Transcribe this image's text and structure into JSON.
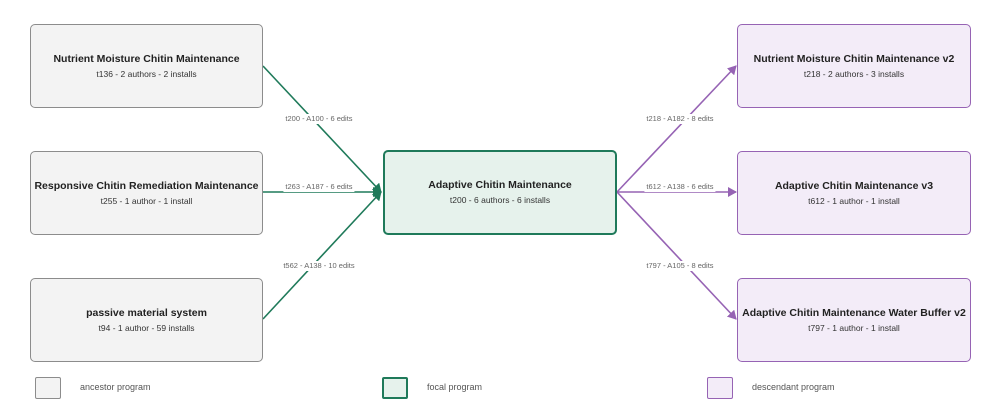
{
  "ancestors": [
    {
      "title": "Nutrient Moisture Chitin Maintenance",
      "meta": "t136 - 2 authors - 2 installs"
    },
    {
      "title": "Responsive Chitin Remediation Maintenance",
      "meta": "t255 - 1 author - 1 install"
    },
    {
      "title": "passive material system",
      "meta": "t94 - 1 author - 59 installs"
    }
  ],
  "focal": {
    "title": "Adaptive Chitin Maintenance",
    "meta": "t200 - 6 authors - 6 installs"
  },
  "descendants": [
    {
      "title": "Nutrient Moisture Chitin Maintenance v2",
      "meta": "t218 - 2 authors - 3 installs"
    },
    {
      "title": "Adaptive Chitin Maintenance v3",
      "meta": "t612 - 1 author - 1 install"
    },
    {
      "title": "Adaptive Chitin Maintenance Water Buffer v2",
      "meta": "t797 - 1 author - 1 install"
    }
  ],
  "edge_labels": {
    "in": [
      "t200 - A100 - 6 edits",
      "t263 - A187 - 6 edits",
      "t562 - A138 - 10 edits"
    ],
    "out": [
      "t218 - A182 - 8 edits",
      "t612 - A138 - 6 edits",
      "t797 - A105 - 8 edits"
    ]
  },
  "legend": {
    "ancestor": "ancestor program",
    "focal": "focal program",
    "descendant": "descendant program"
  },
  "colors": {
    "ancestor_border": "#8c8c8c",
    "focal_border": "#1f7a5a",
    "descendant_border": "#9663b4"
  }
}
